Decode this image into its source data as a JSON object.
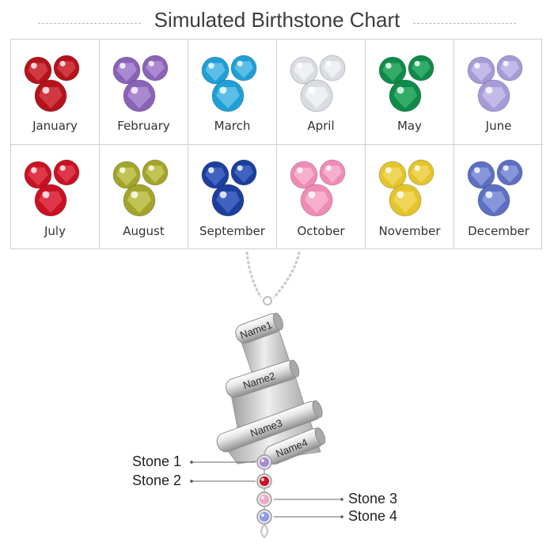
{
  "title": "Simulated Birthstone Chart",
  "months": [
    {
      "label": "January",
      "color": "#b5121b",
      "light": "#e45a60"
    },
    {
      "label": "February",
      "color": "#8a63b8",
      "light": "#c4a9e6"
    },
    {
      "label": "March",
      "color": "#1e9fd6",
      "light": "#8fd6f4"
    },
    {
      "label": "April",
      "color": "#d9dde2",
      "light": "#ffffff"
    },
    {
      "label": "May",
      "color": "#0f8a4a",
      "light": "#52c784"
    },
    {
      "label": "June",
      "color": "#a79ad8",
      "light": "#ddd6f5"
    },
    {
      "label": "July",
      "color": "#c81224",
      "light": "#f0566a"
    },
    {
      "label": "August",
      "color": "#a3a52a",
      "light": "#dcdc78"
    },
    {
      "label": "September",
      "color": "#1c3f9e",
      "light": "#5c82d8"
    },
    {
      "label": "October",
      "color": "#f08bb6",
      "light": "#fcd0e2"
    },
    {
      "label": "November",
      "color": "#e4c42a",
      "light": "#f7e37e"
    },
    {
      "label": "December",
      "color": "#5c6fc2",
      "light": "#a9b6ec"
    }
  ],
  "pendant": {
    "bar_names": [
      "Name1",
      "Name2",
      "Name3",
      "Name4"
    ],
    "stones": [
      {
        "label": "Stone 1",
        "color": "#a48ad6"
      },
      {
        "label": "Stone 2",
        "color": "#c81224"
      },
      {
        "label": "Stone 3",
        "color": "#f2a8c8"
      },
      {
        "label": "Stone 4",
        "color": "#8a9be0"
      }
    ]
  }
}
